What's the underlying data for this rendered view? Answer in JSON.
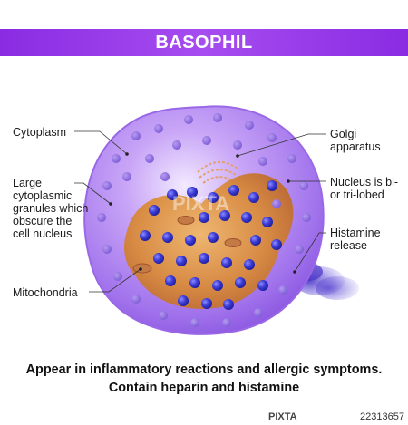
{
  "title": "BASOPHIL",
  "labels": {
    "cytoplasm": "Cytoplasm",
    "granules": "Large\ncytoplasmic\ngranules which\nobscure the\ncell nucleus",
    "mitochondria": "Mitochondria",
    "golgi": "Golgi\napparatus",
    "nucleus": "Nucleus is bi-\nor tri-lobed",
    "histamine": "Histamine\nrelease"
  },
  "caption": {
    "line1": "Appear in inflammatory reactions and allergic symptoms.",
    "line2": "Contain heparin and histamine"
  },
  "watermark": "PIXTA",
  "footer": {
    "logo": "PIXTA",
    "id": "22313657"
  },
  "colors": {
    "banner": "#8a2be2",
    "cytoplasm": "#b48cf0",
    "nucleus": "#d9893b",
    "granule": "#3c3cd6",
    "histamine": "#5a3fd0"
  }
}
